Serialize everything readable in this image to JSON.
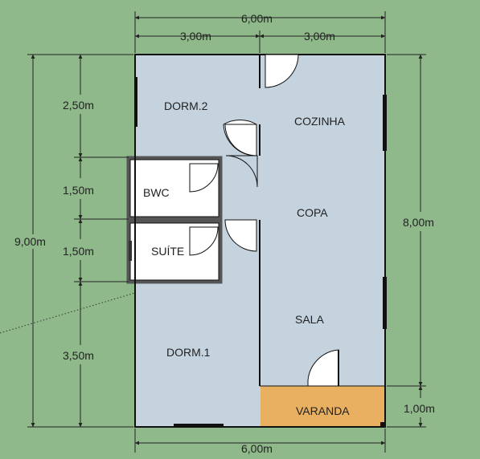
{
  "plan": {
    "rooms": {
      "dorm2": "DORM.2",
      "cozinha": "COZINHA",
      "bwc": "BWC",
      "copa": "COPA",
      "suite": "SUÍTE",
      "sala": "SALA",
      "dorm1": "DORM.1",
      "varanda": "VARANDA"
    },
    "dimensions": {
      "top_total": "6,00m",
      "top_left": "3,00m",
      "top_right": "3,00m",
      "bottom_total": "6,00m",
      "left_total": "9,00m",
      "left_dorm2": "2,50m",
      "left_bwc": "1,50m",
      "left_suite": "1,50m",
      "left_dorm1": "3,50m",
      "right_main": "8,00m",
      "right_varanda": "1,00m"
    },
    "colors": {
      "background": "#8fb98a",
      "floor": "#c5d3df",
      "bath_floor": "#ffffff",
      "varanda": "#e8b060"
    }
  }
}
